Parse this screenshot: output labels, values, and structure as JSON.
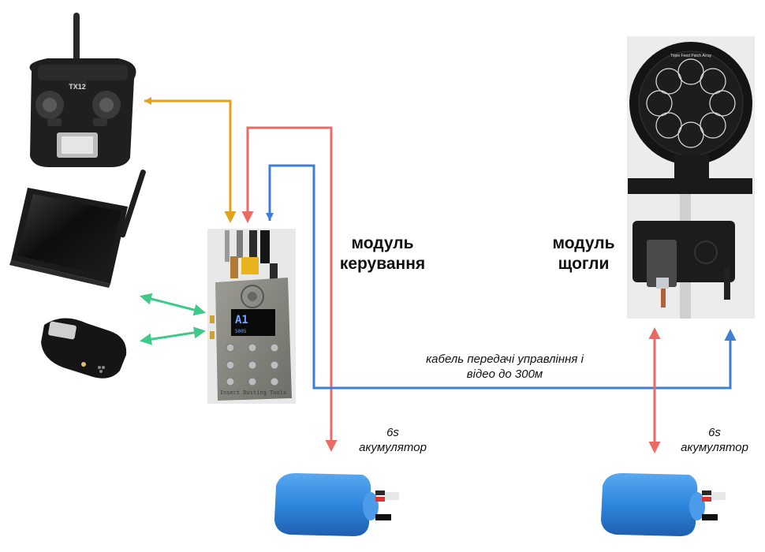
{
  "labels": {
    "control_module": [
      "модуль",
      "керування"
    ],
    "mast_module": [
      "модуль",
      "щогли"
    ],
    "cable": [
      "кабель передачі управління і",
      "відео до 300м"
    ],
    "battery_left": [
      "6s",
      "акумулятор"
    ],
    "battery_right": [
      "6s",
      "акумулятор"
    ]
  },
  "device_text": {
    "rc_model": "TX12",
    "case_engraving": "Insect Dusting Tools",
    "oled_line1": "A1",
    "oled_line2": "5005",
    "antenna_plate": "Triple Feed Patch Array"
  },
  "colors": {
    "orange": "#e2a21b",
    "red": "#eb6a63",
    "blue": "#3d7fd3",
    "green": "#3fc98a",
    "battery_blue": "#2e86de"
  }
}
